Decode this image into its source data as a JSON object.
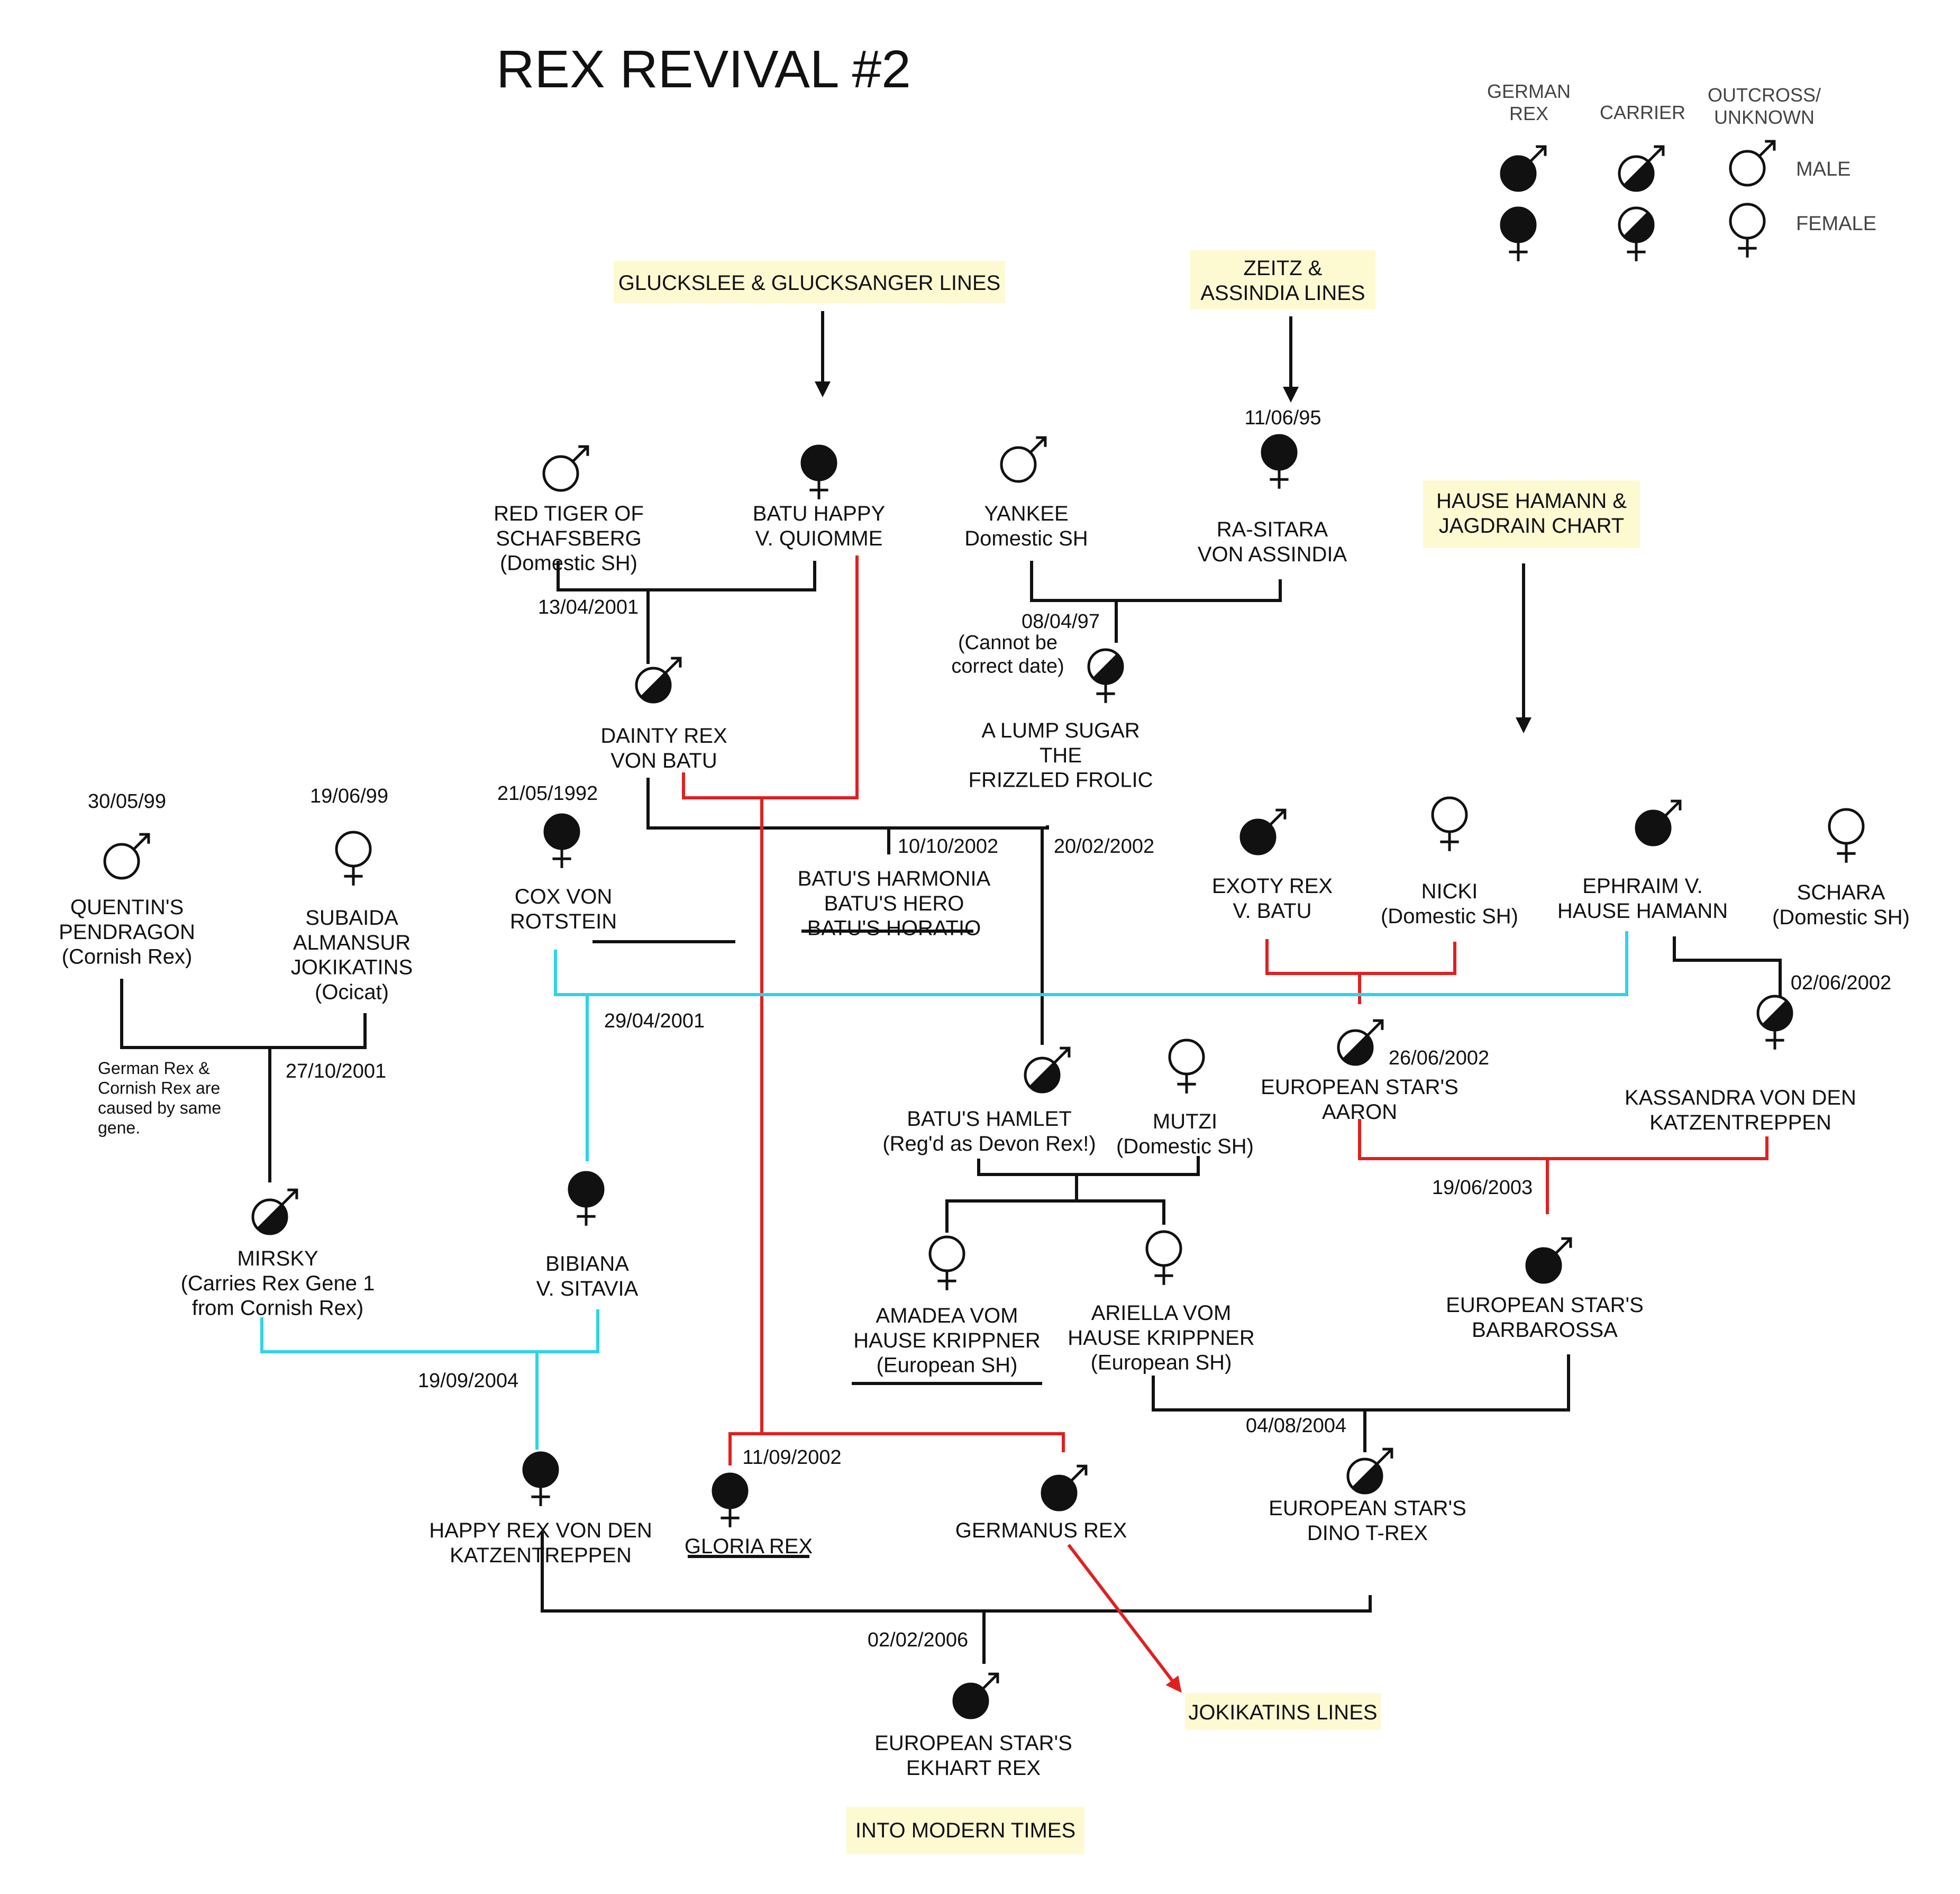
{
  "title": "REX REVIVAL #2",
  "colors": {
    "line": "#111111",
    "red": "#e02020",
    "cyan": "#2ed4e6",
    "highlight": "#fdfad2",
    "symbol": "#111111"
  },
  "legend": {
    "german_rex": [
      "GERMAN",
      "REX"
    ],
    "carrier": [
      "CARRIER"
    ],
    "outcross": [
      "OUTCROSS/",
      "UNKNOWN"
    ],
    "male": [
      "MALE"
    ],
    "female": [
      "FEMALE"
    ]
  },
  "highlights": {
    "gluckslee": [
      "GLUCKSLEE & GLUCKSANGER LINES"
    ],
    "zeitz": [
      "ZEITZ &",
      "ASSINDIA LINES"
    ],
    "hause": [
      "HAUSE HAMANN &",
      "JAGDRAIN CHART"
    ],
    "jokikatins": [
      "JOKIKATINS LINES"
    ],
    "modern": [
      "INTO MODERN TIMES"
    ]
  },
  "cats": {
    "red_tiger": [
      "RED TIGER OF",
      "SCHAFSBERG",
      "(Domestic SH)"
    ],
    "batu_happy": [
      "BATU HAPPY",
      "V. QUIOMME"
    ],
    "yankee": [
      "YANKEE",
      "Domestic SH"
    ],
    "ra_sitara": [
      "RA-SITARA",
      "VON ASSINDIA"
    ],
    "dainty": [
      "DAINTY REX",
      "VON BATU"
    ],
    "lump_sugar": [
      "A LUMP SUGAR",
      "THE",
      "FRIZZLED FROLIC"
    ],
    "quentin": [
      "QUENTIN'S",
      "PENDRAGON",
      "(Cornish Rex)"
    ],
    "subaida": [
      "SUBAIDA",
      "ALMANSUR",
      "JOKIKATINS",
      "(Ocicat)"
    ],
    "cox": [
      "COX VON",
      "ROTSTEIN"
    ],
    "harmonia": [
      "BATU'S HARMONIA",
      "BATU'S HERO",
      "BATU'S HORATIO"
    ],
    "exoty": [
      "EXOTY REX",
      "V. BATU"
    ],
    "nicki": [
      "NICKI",
      "(Domestic SH)"
    ],
    "ephraim": [
      "EPHRAIM V.",
      "HAUSE HAMANN"
    ],
    "schara": [
      "SCHARA",
      "(Domestic SH)"
    ],
    "aaron": [
      "EUROPEAN STAR'S",
      "AARON"
    ],
    "kassandra": [
      "KASSANDRA VON DEN",
      "KATZENTREPPEN"
    ],
    "hamlet": [
      "BATU'S HAMLET",
      "(Reg'd as Devon Rex!)"
    ],
    "mutzi": [
      "MUTZI",
      "(Domestic SH)"
    ],
    "mirsky": [
      "MIRSKY",
      "(Carries Rex Gene 1",
      "from Cornish Rex)"
    ],
    "bibiana": [
      "BIBIANA",
      "V. SITAVIA"
    ],
    "amadea": [
      "AMADEA VOM",
      "HAUSE KRIPPNER",
      "(European SH)"
    ],
    "ariella": [
      "ARIELLA VOM",
      "HAUSE KRIPPNER",
      "(European SH)"
    ],
    "barbarossa": [
      "EUROPEAN STAR'S",
      "BARBAROSSA"
    ],
    "happy_rex": [
      "HAPPY REX VON DEN",
      "KATZENTREPPEN"
    ],
    "gloria": [
      "GLORIA REX"
    ],
    "germanus": [
      "GERMANUS REX"
    ],
    "dino": [
      "EUROPEAN STAR'S",
      "DINO T-REX"
    ],
    "ekhart": [
      "EUROPEAN STAR'S",
      "EKHART REX"
    ]
  },
  "dates": {
    "d_110695": "11/06/95",
    "d_130401": "13/04/2001",
    "d_080497": "08/04/97",
    "d_210592": "21/05/1992",
    "d_300599": "30/05/99",
    "d_190699": "19/06/99",
    "d_101002": "10/10/2002",
    "d_200202": "20/02/2002",
    "d_290401": "29/04/2001",
    "d_271001": "27/10/2001",
    "d_260602": "26/06/2002",
    "d_020602": "02/06/2002",
    "d_190603": "19/06/2003",
    "d_190904": "19/09/2004",
    "d_110902": "11/09/2002",
    "d_040804": "04/08/2004",
    "d_020206": "02/02/2006"
  },
  "notes": {
    "cannot_be": [
      "(Cannot be",
      "correct date)"
    ],
    "gene": [
      "German Rex &",
      "Cornish Rex are",
      "caused by same",
      "gene."
    ]
  }
}
